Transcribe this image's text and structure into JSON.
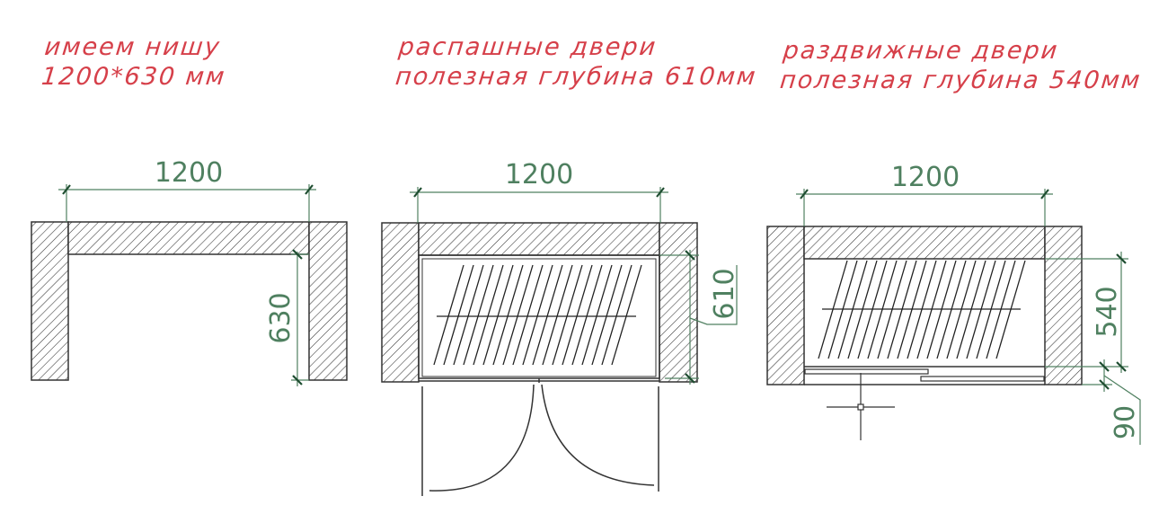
{
  "colors": {
    "caption_red": "#d6404a",
    "dimension_green": "#4f8060",
    "outline": "#333333",
    "background": "#ffffff"
  },
  "panels": [
    {
      "id": "niche",
      "caption_line1": "имеем нишу",
      "caption_line2": "1200*630 мм",
      "width_dim": "1200",
      "depth_dim": "630"
    },
    {
      "id": "hinged",
      "caption_line1": "распашные двери",
      "caption_line2": "полезная глубина 610мм",
      "width_dim": "1200",
      "depth_dim": "610",
      "door_type": "hinged-double-door"
    },
    {
      "id": "sliding",
      "caption_line1": "раздвижные двери",
      "caption_line2": "полезная глубина 540мм",
      "width_dim": "1200",
      "depth_dim": "540",
      "door_track_dim": "90",
      "door_type": "sliding-doors"
    }
  ]
}
